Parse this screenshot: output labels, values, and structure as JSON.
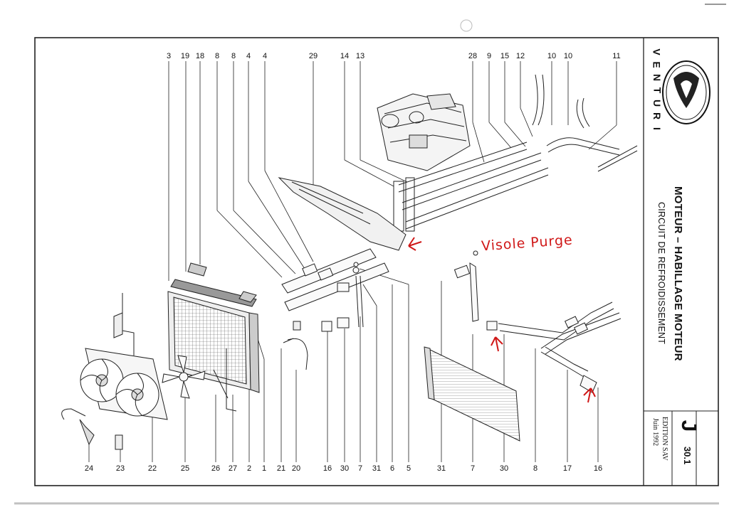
{
  "brand": {
    "letters": [
      "V",
      "E",
      "N",
      "T",
      "U",
      "R",
      "I"
    ],
    "logo_label": "VENTURI"
  },
  "title": {
    "main": "MOTEUR – HABILLAGE MOTEUR",
    "sub": "CIRCUIT DE REFROIDISSEMENT",
    "section_letter": "J",
    "page_number": "30.1",
    "edition": "EDITION SAV",
    "edition_date": "Juin 1992"
  },
  "annotation": {
    "text": "Visole Purge",
    "color": "#d01818"
  },
  "callouts_top": [
    "3",
    "19",
    "18",
    "8",
    "8",
    "4",
    "4",
    "29",
    "14",
    "13",
    "28",
    "9",
    "15",
    "12",
    "10",
    "10",
    "11"
  ],
  "callouts_bottom": [
    "24",
    "23",
    "22",
    "25",
    "26",
    "27",
    "2",
    "1",
    "21",
    "20",
    "16",
    "30",
    "7",
    "31",
    "6",
    "5",
    "31",
    "7",
    "30",
    "8",
    "17",
    "16"
  ],
  "colors": {
    "ink": "#111111",
    "annotation": "#d01818"
  }
}
